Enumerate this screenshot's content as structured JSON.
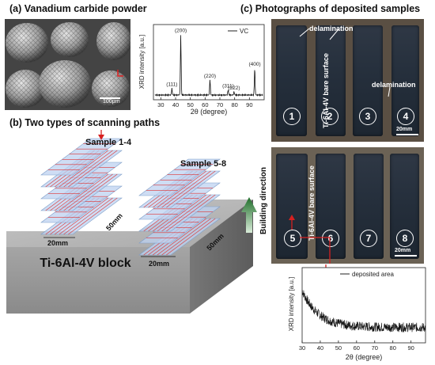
{
  "panel_a": {
    "title": "(a) Vanadium carbide powder",
    "sem_scale_label": "100μm",
    "xrd": {
      "ylabel": "XRD intensity [a.u.]",
      "xlabel": "2θ (degree)",
      "legend": "VC",
      "xticks": [
        "30",
        "40",
        "50",
        "60",
        "70",
        "80",
        "90"
      ],
      "peaks": [
        {
          "label": "(111)",
          "pos": 37.5,
          "h": 0.1
        },
        {
          "label": "(200)",
          "pos": 43.5,
          "h": 0.92
        },
        {
          "label": "(220)",
          "pos": 63.3,
          "h": 0.23
        },
        {
          "label": "(311)",
          "pos": 75.6,
          "h": 0.08
        },
        {
          "label": "(222)",
          "pos": 79.6,
          "h": 0.05
        },
        {
          "label": "(400)",
          "pos": 93.6,
          "h": 0.41
        }
      ]
    }
  },
  "panel_b": {
    "title": "(b) Two types of scanning paths",
    "sample_group_1": "Sample 1-4",
    "sample_group_2": "Sample 5-8",
    "dim_width_1": "20mm",
    "dim_length_1": "50mm",
    "dim_width_2": "20mm",
    "dim_length_2": "50mm",
    "block_label": "Ti-6Al-4V block",
    "building_direction": "Building direction",
    "colors": {
      "block_top": "#b8b8b8",
      "block_front": "#9a9a9a",
      "block_side": "#7e7e7e",
      "arrow": "#2e7d32",
      "scan_line": "#d33"
    }
  },
  "panel_c": {
    "title": "(c) Photographs of deposited samples",
    "top_photo": {
      "numbers": [
        "1",
        "2",
        "3",
        "4"
      ],
      "delamination_1": "delamination",
      "delamination_2": "delamination",
      "bare_surface": "Ti-6Al-4V bare surface",
      "scale": "20mm"
    },
    "bottom_photo": {
      "numbers": [
        "5",
        "6",
        "7",
        "8"
      ],
      "bare_surface": "Ti-6Al-4V bare surface",
      "scale": "20mm"
    },
    "xrd": {
      "ylabel": "XRD intensity [a.u.]",
      "xlabel": "2θ (degree)",
      "legend": "deposited area",
      "xticks": [
        "30",
        "40",
        "50",
        "60",
        "70",
        "80",
        "90"
      ]
    }
  }
}
